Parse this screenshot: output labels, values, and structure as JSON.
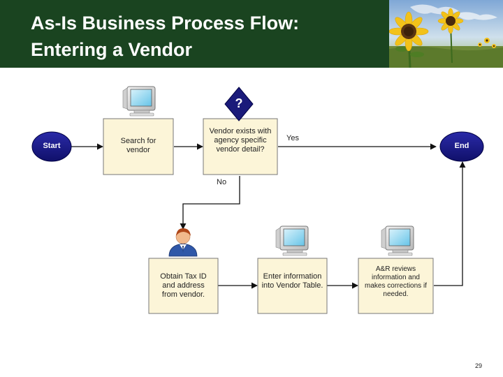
{
  "slide": {
    "title_line1": "As-Is Business Process Flow:",
    "title_line2": "Entering a Vendor",
    "page_number": "29",
    "header_color": "#1a4420"
  },
  "flow": {
    "start_label": "Start",
    "end_label": "End",
    "search": "Search for vendor",
    "decision": "Vendor exists with agency specific vendor detail?",
    "decision_marker": "?",
    "yes_label": "Yes",
    "no_label": "No",
    "obtain": "Obtain Tax ID and address from vendor.",
    "enter": "Enter information into Vendor Table.",
    "review": "A&R reviews information and makes corrections if needed."
  },
  "icons": [
    "computer-icon",
    "person-icon",
    "sunflower-photo"
  ]
}
